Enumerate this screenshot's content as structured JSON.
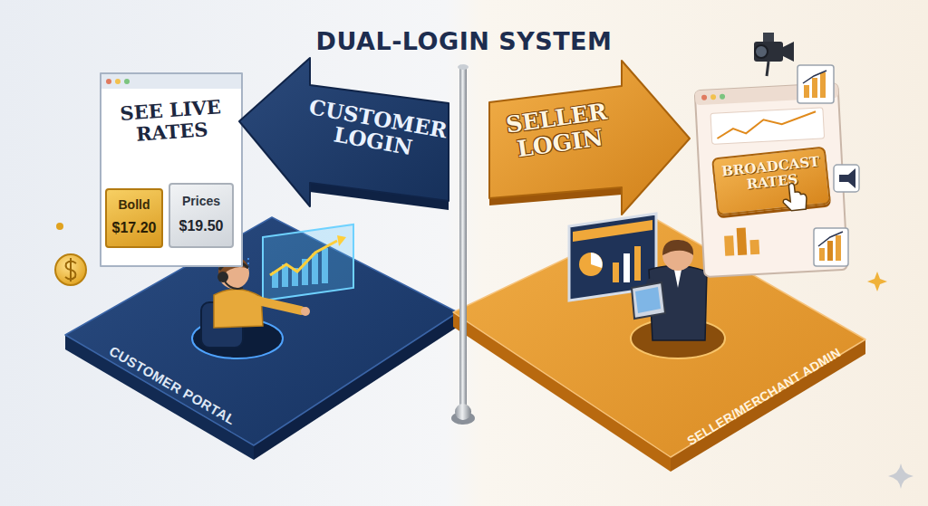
{
  "diagram": {
    "title": "DUAL-LOGIN SYSTEM",
    "nodes": [
      {
        "text": [
          "SEE LIVE RATES"
        ]
      },
      {
        "text": [
          "Bolld",
          "$17.20"
        ],
        "in": 0
      },
      {
        "text": [
          "Prices",
          "$19.50"
        ],
        "in": 0
      },
      {
        "text": [
          "CUSTOMER LOGIN"
        ]
      },
      {
        "text": [
          "SELLER LOGIN"
        ]
      },
      {
        "text": [
          "BROADCAST RATES"
        ]
      },
      {
        "text": [
          "CUSTOMER PORTAL"
        ]
      },
      {
        "text": [
          "SELLER/MERCHANT ADMIN"
        ]
      }
    ]
  }
}
